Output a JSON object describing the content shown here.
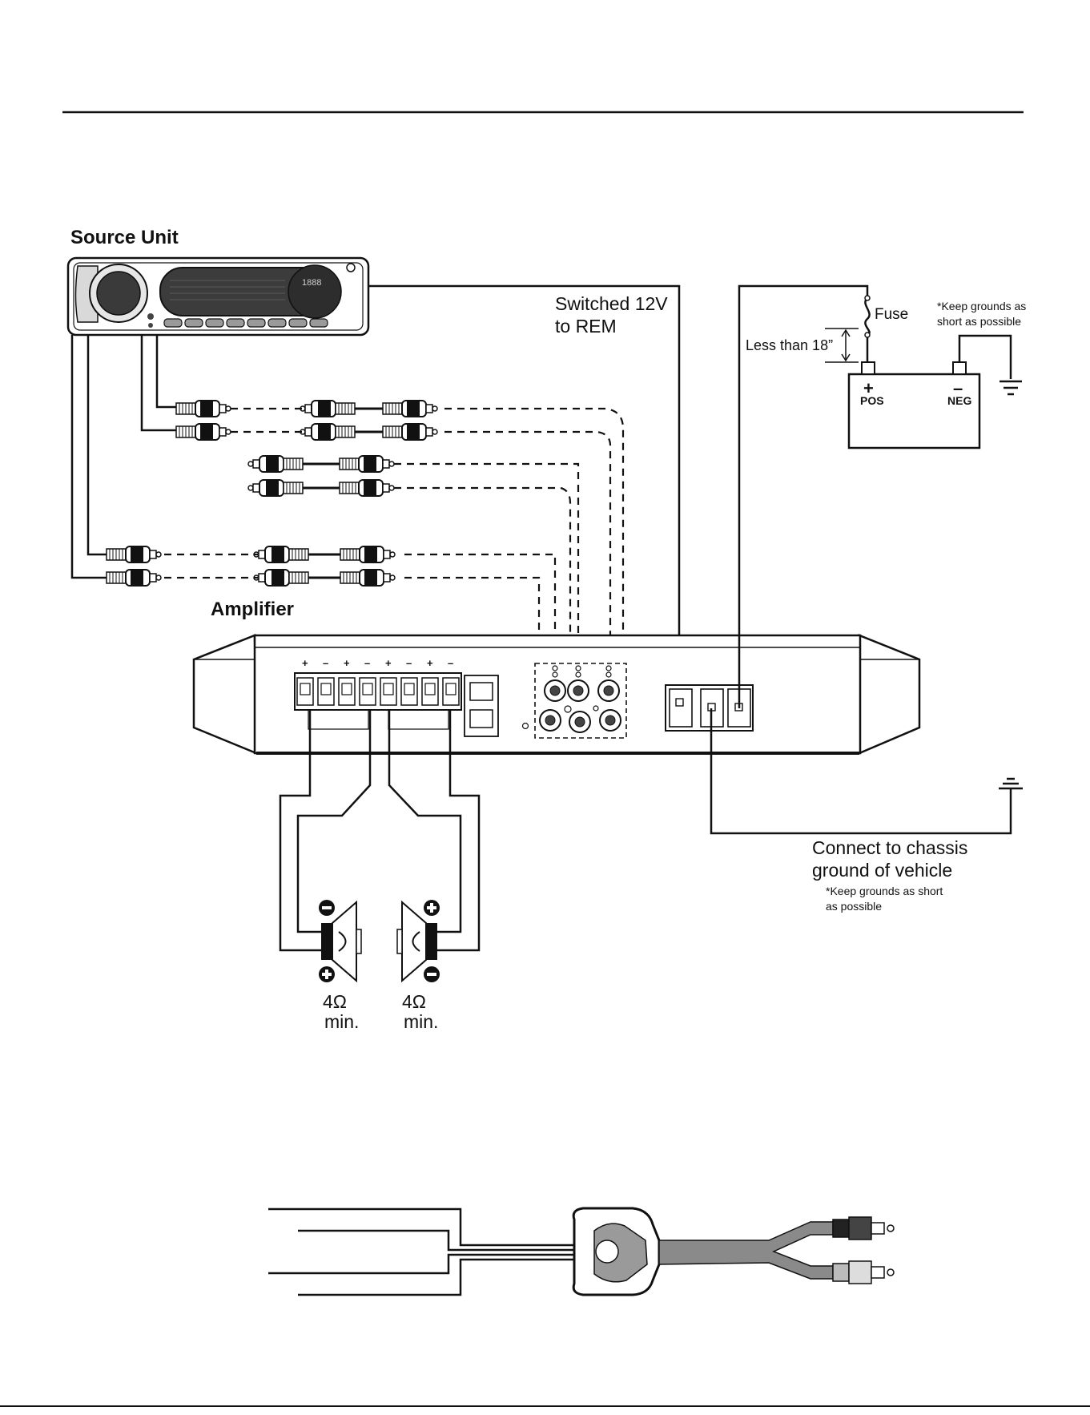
{
  "labels": {
    "source_unit": "Source Unit",
    "amplifier": "Amplifier",
    "switched_line1": "Switched 12V",
    "switched_line2": "to REM",
    "fuse": "Fuse",
    "less_than": "Less than 18”",
    "keep_grounds_top_1": "*Keep grounds as",
    "keep_grounds_top_2": "short as possible",
    "battery_pos_sign": "+",
    "battery_neg_sign": "–",
    "battery_pos": "POS",
    "battery_neg": "NEG",
    "chassis_1": "Connect to chassis",
    "chassis_2": "ground of vehicle",
    "keep_grounds_bottom_1": "*Keep grounds as short",
    "keep_grounds_bottom_2": "as possible",
    "speaker_left_ohm": "4Ω",
    "speaker_left_min": "min.",
    "speaker_right_ohm": "4Ω",
    "speaker_right_min": "min.",
    "display_digits": "1888"
  },
  "terminal_signs": [
    "+",
    "–",
    "+",
    "–",
    "+",
    "–",
    "+",
    "–"
  ],
  "colors": {
    "line": "#111111",
    "background": "#ffffff",
    "cable_gray": "#8a8a8a"
  }
}
